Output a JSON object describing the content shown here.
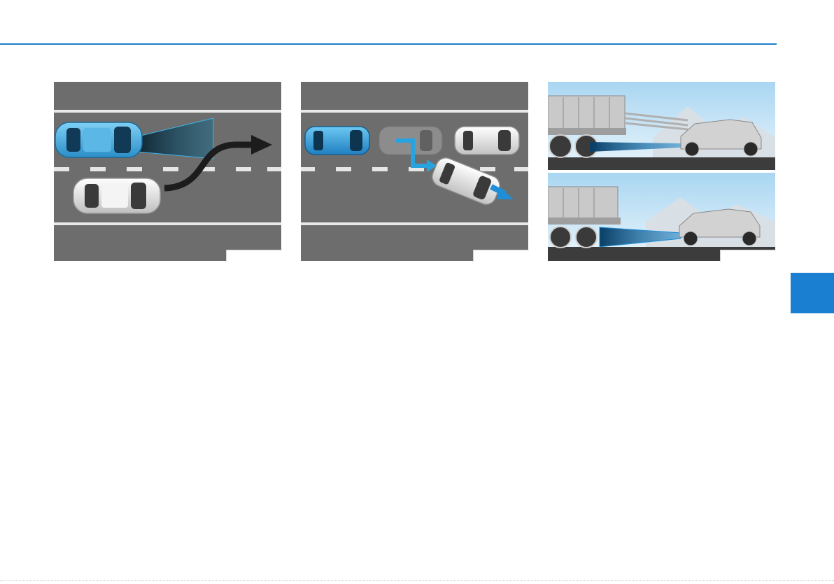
{
  "page": {
    "accent_color": "#1a7fc9",
    "tab_color": "#1a7fd0"
  },
  "figures": [
    {
      "id": "figure-1",
      "caption": ""
    },
    {
      "id": "figure-2",
      "caption": ""
    },
    {
      "id": "figure-3",
      "caption": ""
    }
  ]
}
